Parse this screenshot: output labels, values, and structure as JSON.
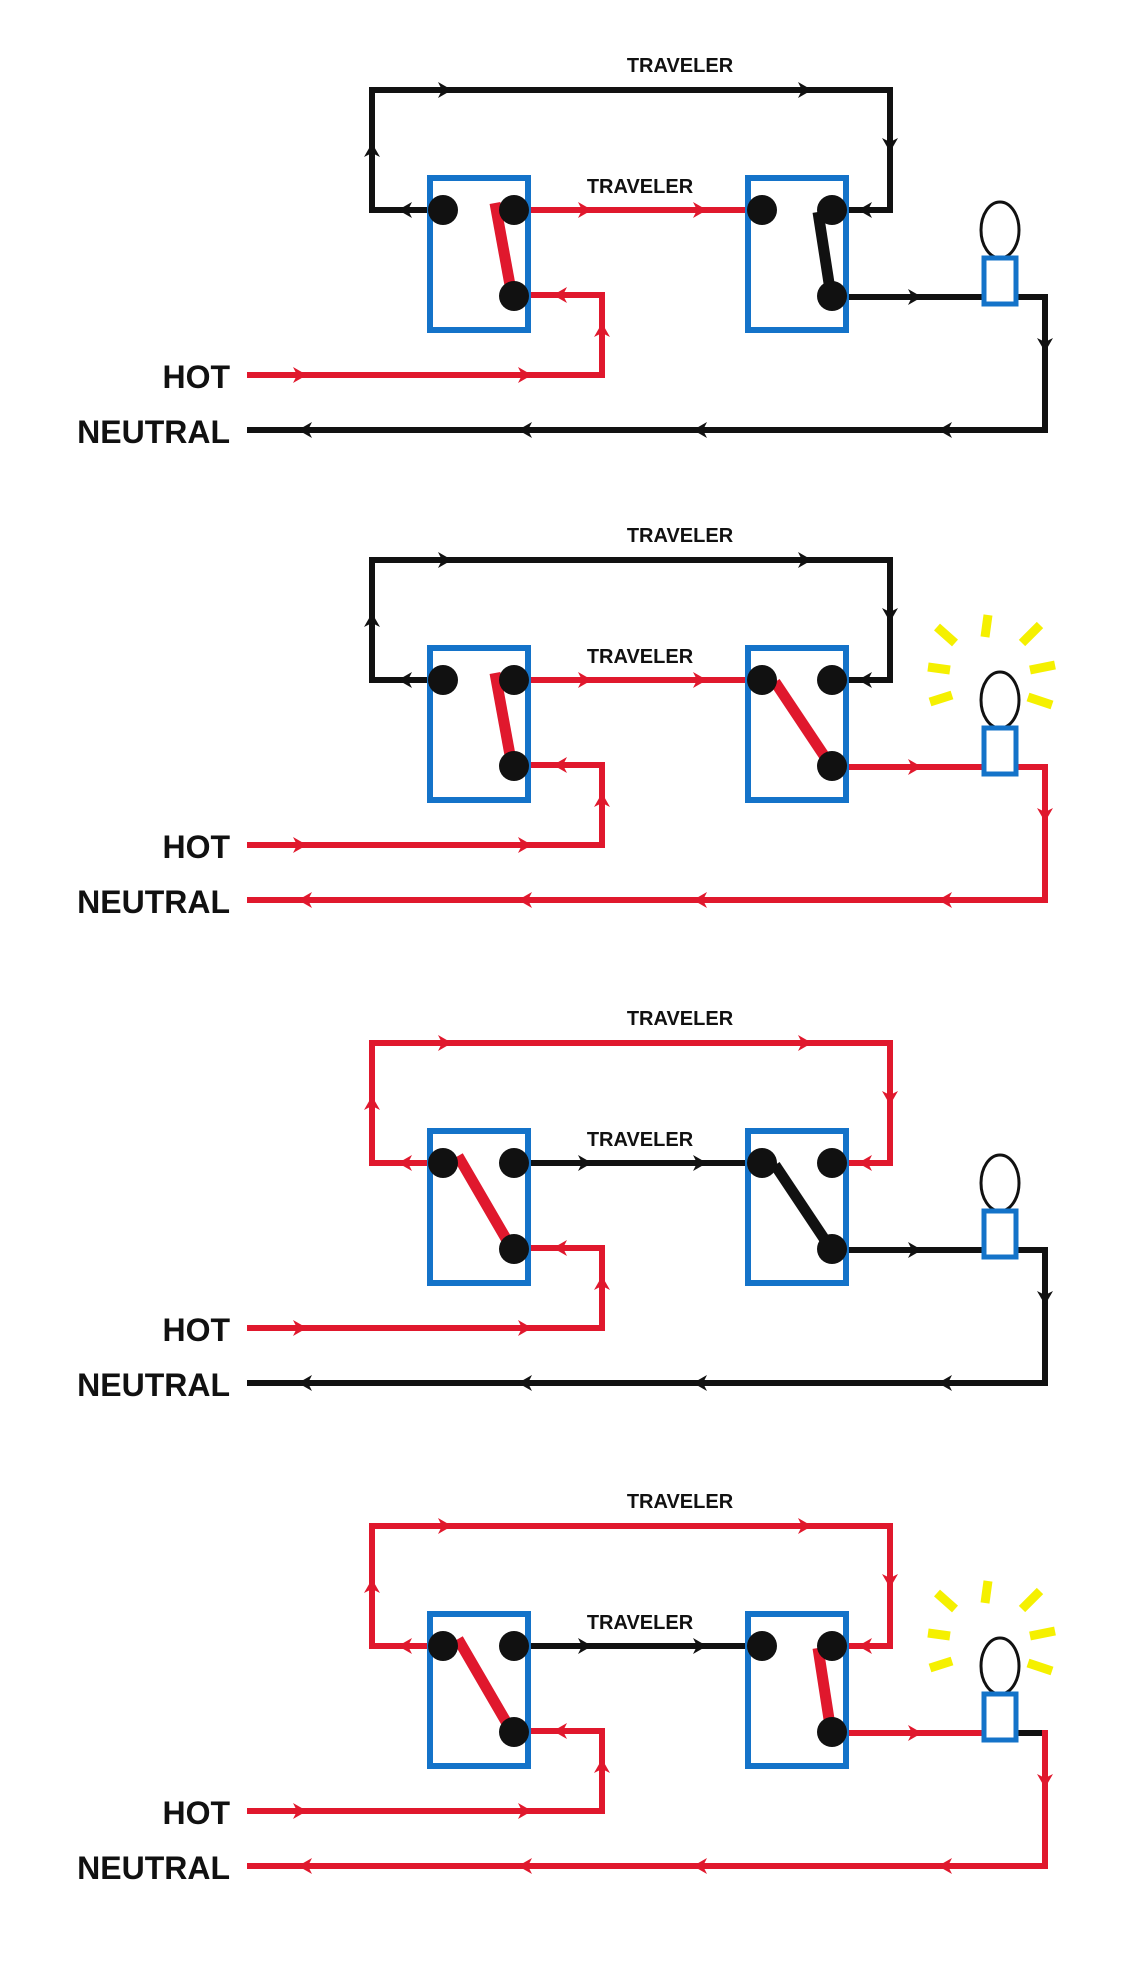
{
  "labels": {
    "hot": "HOT",
    "neutral": "NEUTRAL",
    "traveler": "TRAVELER"
  },
  "colors": {
    "live": "#e0182d",
    "dead": "#111111",
    "switch_box": "#1473c9",
    "glow": "#f5f000"
  },
  "panels": [
    {
      "id": "panel-1",
      "top_traveler": "dead",
      "bottom_traveler": "live",
      "switch1_lever": "upper-right",
      "switch2_lever": "upper-right",
      "switch2_lever_color": "dead",
      "lamp_feed": "dead",
      "neutral": "dead",
      "lamp_lit": false
    },
    {
      "id": "panel-2",
      "top_traveler": "dead",
      "bottom_traveler": "live",
      "switch1_lever": "upper-right",
      "switch2_lever": "upper-left",
      "switch2_lever_color": "live",
      "lamp_feed": "live",
      "neutral": "live",
      "lamp_lit": true
    },
    {
      "id": "panel-3",
      "top_traveler": "live",
      "bottom_traveler": "dead",
      "switch1_lever": "upper-left",
      "switch2_lever": "upper-left",
      "switch2_lever_color": "dead",
      "lamp_feed": "dead",
      "neutral": "dead",
      "lamp_lit": false
    },
    {
      "id": "panel-4",
      "top_traveler": "live",
      "bottom_traveler": "dead",
      "switch1_lever": "upper-left",
      "switch2_lever": "upper-right",
      "switch2_lever_color": "live",
      "lamp_feed": "live",
      "neutral": "live",
      "lamp_lit": true
    }
  ]
}
